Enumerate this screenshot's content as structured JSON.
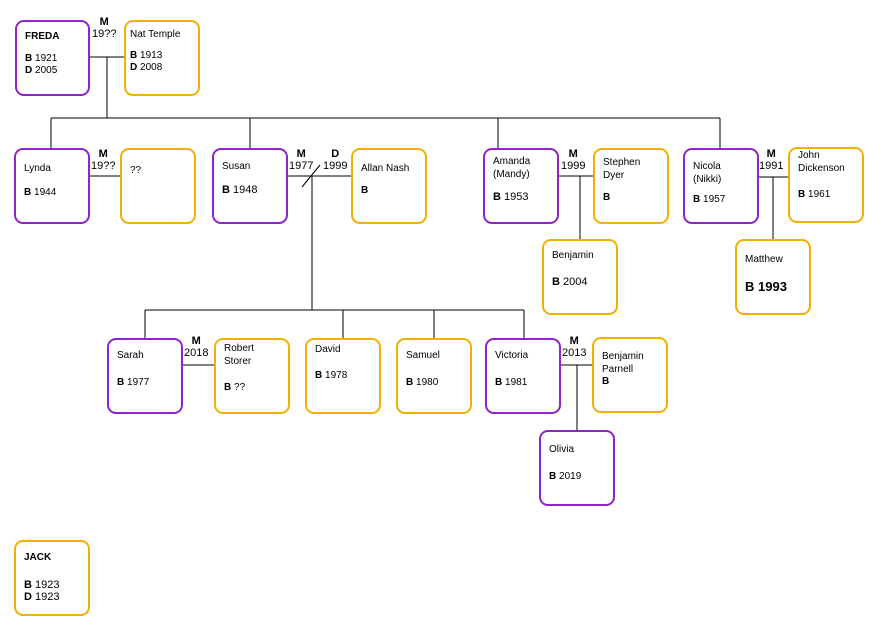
{
  "people": {
    "freda": {
      "name": "FREDA",
      "born": "1921",
      "died": "2005"
    },
    "nat": {
      "name": "Nat Temple",
      "born": "1913",
      "died": "2008"
    },
    "lynda": {
      "name": "Lynda",
      "born": "1944"
    },
    "unknown": {
      "name": "??"
    },
    "susan": {
      "name": "Susan",
      "born": "1948"
    },
    "allan": {
      "name": "Allan Nash",
      "born": ""
    },
    "amanda": {
      "name": "Amanda\n(Mandy)",
      "born": "1953"
    },
    "stephen": {
      "name": "Stephen\nDyer",
      "born": ""
    },
    "benjamin": {
      "name": "Benjamin",
      "born": "2004"
    },
    "nicola": {
      "name": "Nicola\n(Nikki)",
      "born": "1957"
    },
    "john": {
      "name": "John\nDickenson",
      "born": "1961"
    },
    "matthew": {
      "name": "Matthew",
      "born": "1993"
    },
    "sarah": {
      "name": "Sarah",
      "born": "1977"
    },
    "robert": {
      "name": "Robert\nStorer",
      "born": "??"
    },
    "david": {
      "name": "David",
      "born": "1978"
    },
    "samuel": {
      "name": "Samuel",
      "born": "1980"
    },
    "victoria": {
      "name": "Victoria",
      "born": "1981"
    },
    "benjaminp": {
      "name": "Benjamin\nParnell",
      "born": ""
    },
    "olivia": {
      "name": "Olivia",
      "born": "2019"
    },
    "jack": {
      "name": "JACK",
      "born": "1923",
      "died": "1923"
    }
  },
  "labels": {
    "born_prefix": "B",
    "died_prefix": "D",
    "married": "M",
    "divorced": "D"
  },
  "marriages": {
    "freda_nat": "19??",
    "lynda_unknown": "19??",
    "susan_allan": "1977",
    "susan_allan_div": "1999",
    "amanda_stephen": "1999",
    "nicola_john": "1991",
    "sarah_robert": "2018",
    "victoria_benjaminp": "2013"
  },
  "colors": {
    "blood_relative": "#8e24c9",
    "spouse": "#f2b100"
  }
}
